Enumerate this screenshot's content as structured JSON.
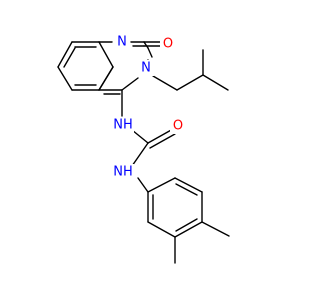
{
  "structure": {
    "colors": {
      "nitrogen": "#0000ff",
      "oxygen": "#ff0000",
      "carbon_bond": "#000000",
      "background": "#ffffff"
    },
    "atom_labels": {
      "n1": "N",
      "o_ring": "O",
      "n3": "N",
      "nh_upper": "NH",
      "o_urea": "O",
      "nh_lower": "NH"
    }
  }
}
